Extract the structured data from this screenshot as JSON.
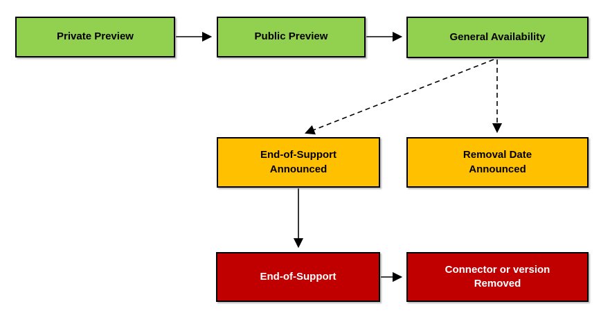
{
  "diagram": {
    "description": "Connector lifecycle flowchart",
    "colors": {
      "stage_available": "#92D050",
      "stage_warning": "#FFC000",
      "stage_terminal": "#C00000",
      "border": "#000000",
      "arrow": "#000000",
      "text_dark": "#000000",
      "text_light": "#FFFFFF",
      "background": "#FFFFFF"
    },
    "nodes": [
      {
        "id": "private-preview",
        "label": "Private Preview",
        "fill": "#92D050",
        "text": "#000000"
      },
      {
        "id": "public-preview",
        "label": "Public Preview",
        "fill": "#92D050",
        "text": "#000000"
      },
      {
        "id": "general-availability",
        "label": "General Availability",
        "fill": "#92D050",
        "text": "#000000"
      },
      {
        "id": "end-of-support-announced",
        "label": "End-of-Support\nAnnounced",
        "fill": "#FFC000",
        "text": "#000000"
      },
      {
        "id": "removal-date-announced",
        "label": "Removal Date\nAnnounced",
        "fill": "#FFC000",
        "text": "#000000"
      },
      {
        "id": "end-of-support",
        "label": "End-of-Support",
        "fill": "#C00000",
        "text": "#FFFFFF"
      },
      {
        "id": "connector-or-version-removed",
        "label": "Connector or version\nRemoved",
        "fill": "#C00000",
        "text": "#FFFFFF"
      }
    ],
    "edges": [
      {
        "from": "private-preview",
        "to": "public-preview",
        "style": "solid"
      },
      {
        "from": "public-preview",
        "to": "general-availability",
        "style": "solid"
      },
      {
        "from": "general-availability",
        "to": "end-of-support-announced",
        "style": "dashed"
      },
      {
        "from": "general-availability",
        "to": "removal-date-announced",
        "style": "dashed"
      },
      {
        "from": "end-of-support-announced",
        "to": "end-of-support",
        "style": "solid"
      },
      {
        "from": "end-of-support",
        "to": "connector-or-version-removed",
        "style": "solid"
      }
    ]
  }
}
